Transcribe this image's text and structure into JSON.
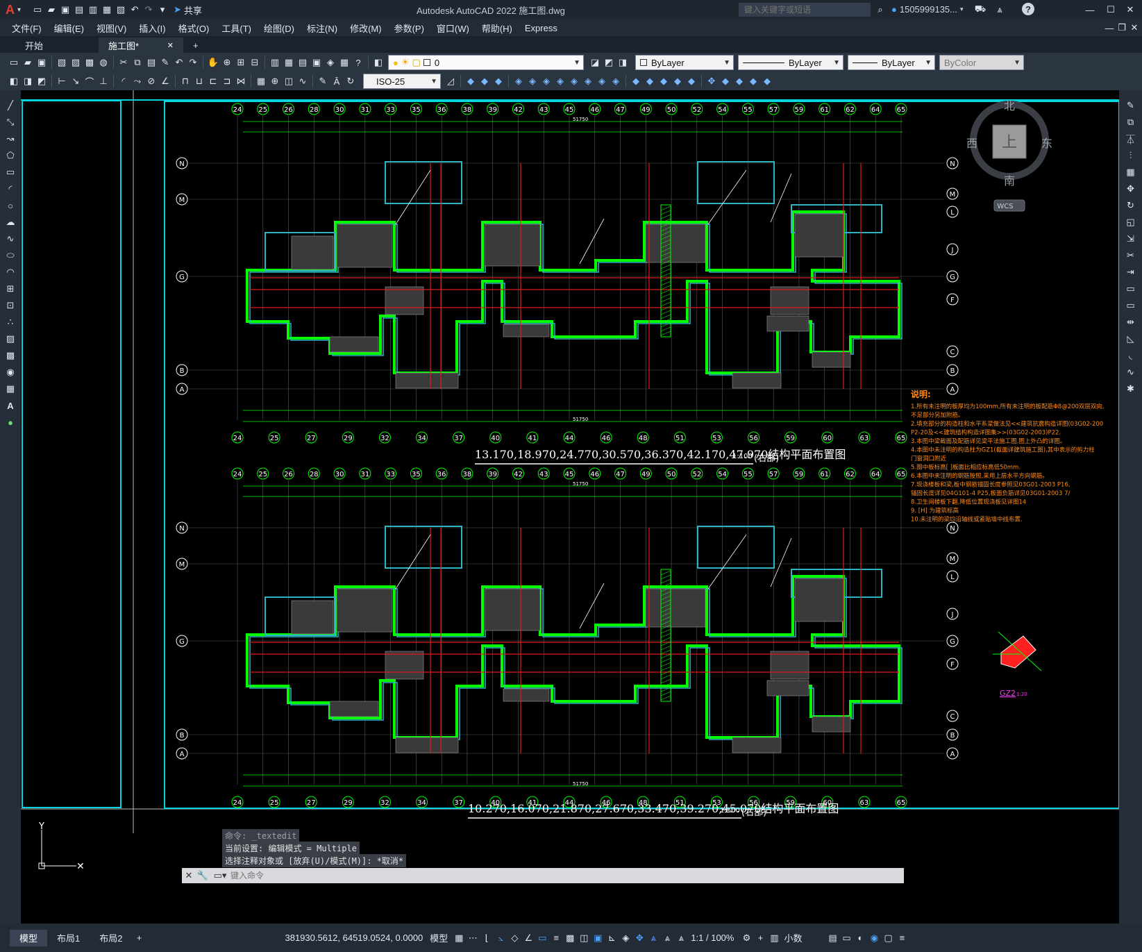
{
  "app": {
    "title": "Autodesk AutoCAD 2022    施工图.dwg",
    "search_placeholder": "键入关键字或短语",
    "user": "1505999135...",
    "share": "共享"
  },
  "menu": [
    "文件(F)",
    "编辑(E)",
    "视图(V)",
    "插入(I)",
    "格式(O)",
    "工具(T)",
    "绘图(D)",
    "标注(N)",
    "修改(M)",
    "参数(P)",
    "窗口(W)",
    "帮助(H)",
    "Express"
  ],
  "tabs": {
    "start": "开始",
    "doc": "施工图*",
    "add": "+"
  },
  "toolbar": {
    "layer": "0",
    "color": "ByLayer",
    "linetype": "ByLayer",
    "lineweight": "ByLayer",
    "plotstyle": "ByColor",
    "dimstyle": "ISO-25"
  },
  "viewcube": {
    "north": "北",
    "south": "南",
    "east": "东",
    "west": "西",
    "top": "上",
    "wcs": "WCS"
  },
  "drawing": {
    "plan_top_title": "13.170,18.970,24.770,30.570,36.370,42.170,47.970结构平面布置图",
    "plan_bottom_title": "10.270,16.070,21.870,27.670,33.470,39.270,45.070结构平面布置图",
    "scale": "1:100",
    "part": "(右部)",
    "dim_total": "51750",
    "axes_top": [
      "24",
      "25",
      "26",
      "28",
      "30",
      "31",
      "33",
      "35",
      "36",
      "38",
      "39",
      "42",
      "43",
      "45",
      "46",
      "47",
      "49",
      "50",
      "52",
      "54",
      "55",
      "57",
      "59",
      "61",
      "62",
      "64",
      "65"
    ],
    "axes_bottom": [
      "24",
      "25",
      "27",
      "29",
      "32",
      "34",
      "37",
      "40",
      "41",
      "44",
      "46",
      "48",
      "51",
      "53",
      "56",
      "59",
      "60",
      "63",
      "65"
    ],
    "rows_left": [
      "N",
      "M",
      "G",
      "B",
      "A"
    ],
    "rows_right": [
      "N",
      "M",
      "L",
      "J",
      "G",
      "F",
      "C",
      "B",
      "A"
    ],
    "notes_title": "说明:",
    "notes": [
      "1.所有未注明的板厚均为100mm,所有未注明的板配筋Φ8@200双层双向,",
      "  不足部分另加附筋。",
      "2.填充部分的构造柱和水平系梁做法见<<建筑抗震构造详图(03G02-200",
      "  P2-20及<<建筑结构构造详图集>>(03G02-2003)P22.",
      "3.本图中梁截面及配筋详见梁平法施工图,图上外凸的详图。",
      "4.本图中未注明的构造柱为GZ1(截面详建筑施工图),其中表示的剪力柱",
      "  门窗洞口附近",
      "5.图中板标高[    ]板面比相应标高低50mm.",
      "6.本图中未注明的钢筋按照,采用上层水平方向钢筋。",
      "7.现浇楼板和梁,板中钢筋锚固长度参照见03G01-2003 P16,",
      "  锚固长度详见04G101-4 P25,板面负筋详见03G01-2003 7/",
      "8.卫生间楼板下翻,降低位置现浇板见详图14",
      "9.  [H]  为建筑标高",
      "10.未注明的梁均沿轴线或紧贴墙中线布置."
    ],
    "gz_label": "GZ2",
    "gz_scale": "1:20"
  },
  "command": {
    "line1": "命令: _textedit",
    "line2": "当前设置: 编辑模式 = Multiple",
    "line3": "选择注释对象或 [放弃(U)/模式(M)]: *取消*",
    "placeholder": "键入命令"
  },
  "status": {
    "layout_tabs": [
      "模型",
      "布局1",
      "布局2"
    ],
    "coords": "381930.5612, 64519.0524, 0.0000",
    "space": "模型",
    "scale": "1:1 / 100%",
    "units": "小数"
  }
}
